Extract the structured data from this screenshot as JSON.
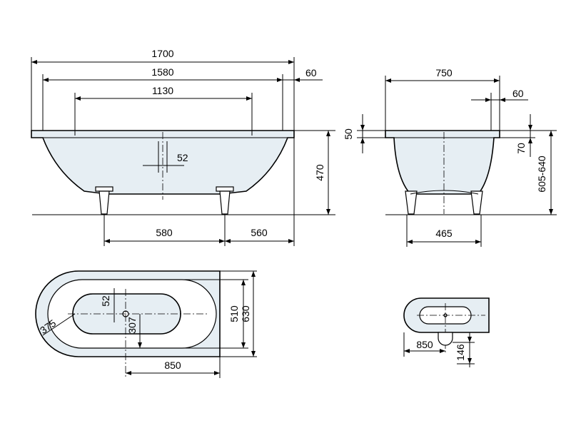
{
  "front_view": {
    "overall_length": "1700",
    "inner_length": "1580",
    "bottom_length": "1130",
    "rim_offset": "60",
    "drain_diameter": "52",
    "height": "470",
    "foot_to_foot": "580",
    "foot_to_end": "560"
  },
  "side_view": {
    "width": "750",
    "rim_offset": "60",
    "rim_thickness": "50",
    "rim_depth": "70",
    "height_range": "605-640",
    "foot_spacing": "465"
  },
  "plan_view": {
    "corner_radius": "375",
    "drain_diameter": "52",
    "drain_offset": "307",
    "inner_width": "510",
    "outer_width": "630",
    "drain_to_end": "850"
  },
  "small_plan": {
    "drain_to_end": "850",
    "overflow_offset": "146"
  },
  "colors": {
    "body": "#e6eef3",
    "line": "#000000"
  }
}
